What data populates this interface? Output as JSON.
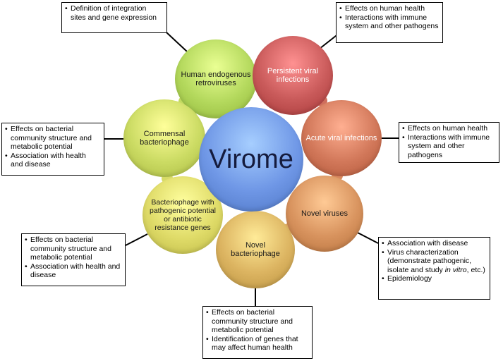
{
  "center": {
    "label": "Virome",
    "color": "#6f97e6"
  },
  "petals": [
    {
      "id": "human-endogenous-retroviruses",
      "label": "Human endogenous retroviruses",
      "color": "#b3d85c",
      "text_color": "#1a1a1a"
    },
    {
      "id": "persistent-viral-infections",
      "label": "Persistent viral infections",
      "color": "#c95a5a",
      "text_color": "#ffffff"
    },
    {
      "id": "acute-viral-infections",
      "label": "Acute viral infections",
      "color": "#d2785a",
      "text_color": "#ffffff"
    },
    {
      "id": "novel-viruses",
      "label": "Novel viruses",
      "color": "#d8935e",
      "text_color": "#1a1a1a"
    },
    {
      "id": "novel-bacteriophage",
      "label": "Novel bacteriophage",
      "color": "#dcb461",
      "text_color": "#1a1a1a"
    },
    {
      "id": "bacteriophage-pathogenic-resistance",
      "label": "Bacteriophage with pathogenic potential or antibiotic resistance genes",
      "color": "#dfdb68",
      "text_color": "#1a1a1a"
    },
    {
      "id": "commensal-bacteriophage",
      "label": "Commensal bacteriophage",
      "color": "#cbdb63",
      "text_color": "#1a1a1a"
    }
  ],
  "boxes": [
    {
      "id": "box-integration",
      "items": [
        "Definition of integration sites and gene expression"
      ]
    },
    {
      "id": "box-persistent",
      "items": [
        "Effects on human health",
        "Interactions with immune system and other pathogens"
      ]
    },
    {
      "id": "box-acute",
      "items": [
        "Effects on human health",
        "Interactions with immune system and other pathogens"
      ]
    },
    {
      "id": "box-novel-viruses",
      "items": [
        "Association with disease",
        "Virus characterization (demonstrate pathogenic, isolate and study in vitro, etc.)",
        "Epidemiology"
      ]
    },
    {
      "id": "box-novel-bacteriophage",
      "items": [
        "Effects on bacterial community structure and metabolic potential",
        "Identification of genes that may affect human health"
      ]
    },
    {
      "id": "box-pathogenic-phage",
      "items": [
        "Effects on bacterial community structure and metabolic potential",
        "Association with health and disease"
      ]
    },
    {
      "id": "box-commensal",
      "items": [
        "Effects on bacterial community structure and metabolic potential",
        "Association with health and disease"
      ]
    }
  ]
}
